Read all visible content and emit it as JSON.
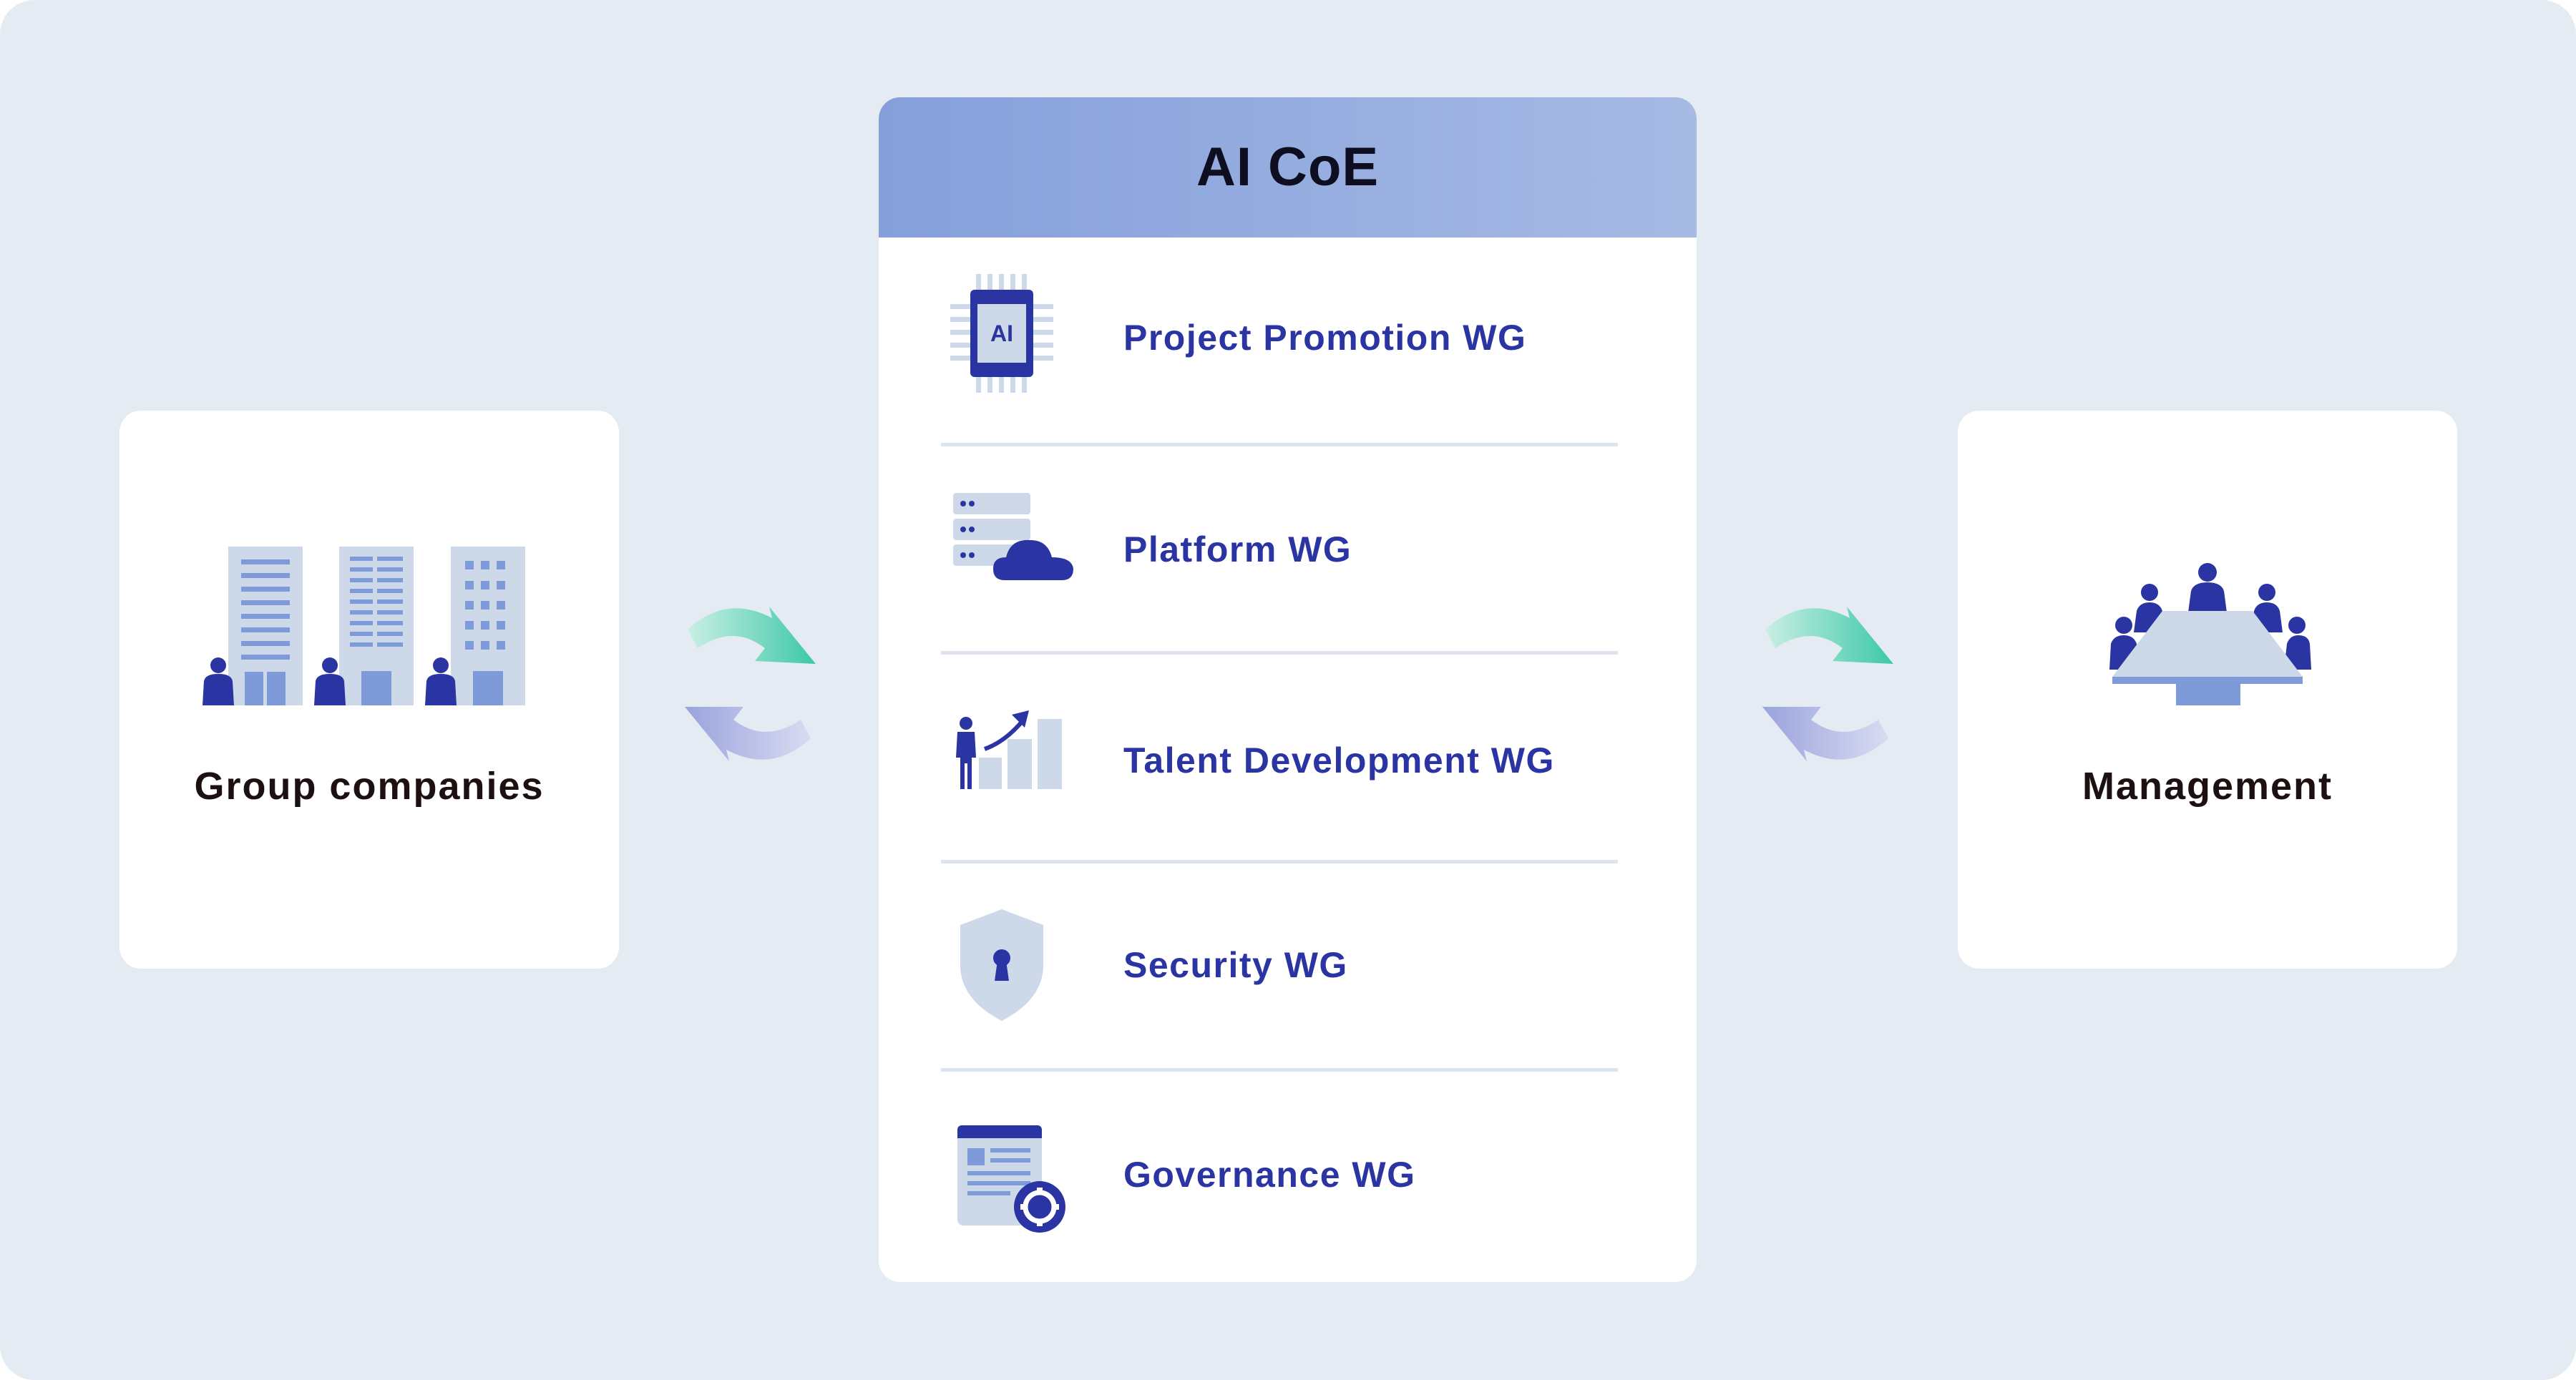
{
  "left_panel": {
    "label": "Group companies",
    "icon": "office-buildings-icon"
  },
  "right_panel": {
    "label": "Management",
    "icon": "meeting-table-icon"
  },
  "center_panel": {
    "title": "AI CoE",
    "chip_text": "AI",
    "working_groups": [
      {
        "label": "Project Promotion WG",
        "icon": "ai-chip-icon"
      },
      {
        "label": "Platform WG",
        "icon": "server-cloud-icon"
      },
      {
        "label": "Talent Development WG",
        "icon": "growth-chart-icon"
      },
      {
        "label": "Security WG",
        "icon": "shield-lock-icon"
      },
      {
        "label": "Governance WG",
        "icon": "document-gear-icon"
      }
    ]
  },
  "colors": {
    "background": "#e5ebf2",
    "header_gradient_start": "#859fdb",
    "header_gradient_end": "#a6bae4",
    "wg_text": "#2b34a3",
    "icon_dark": "#2b34a3",
    "icon_light": "#cdd8e8",
    "icon_mid": "#7f9ad8",
    "arrow_teal": "#3cc8a8",
    "arrow_lavender": "#9aa3dc"
  }
}
